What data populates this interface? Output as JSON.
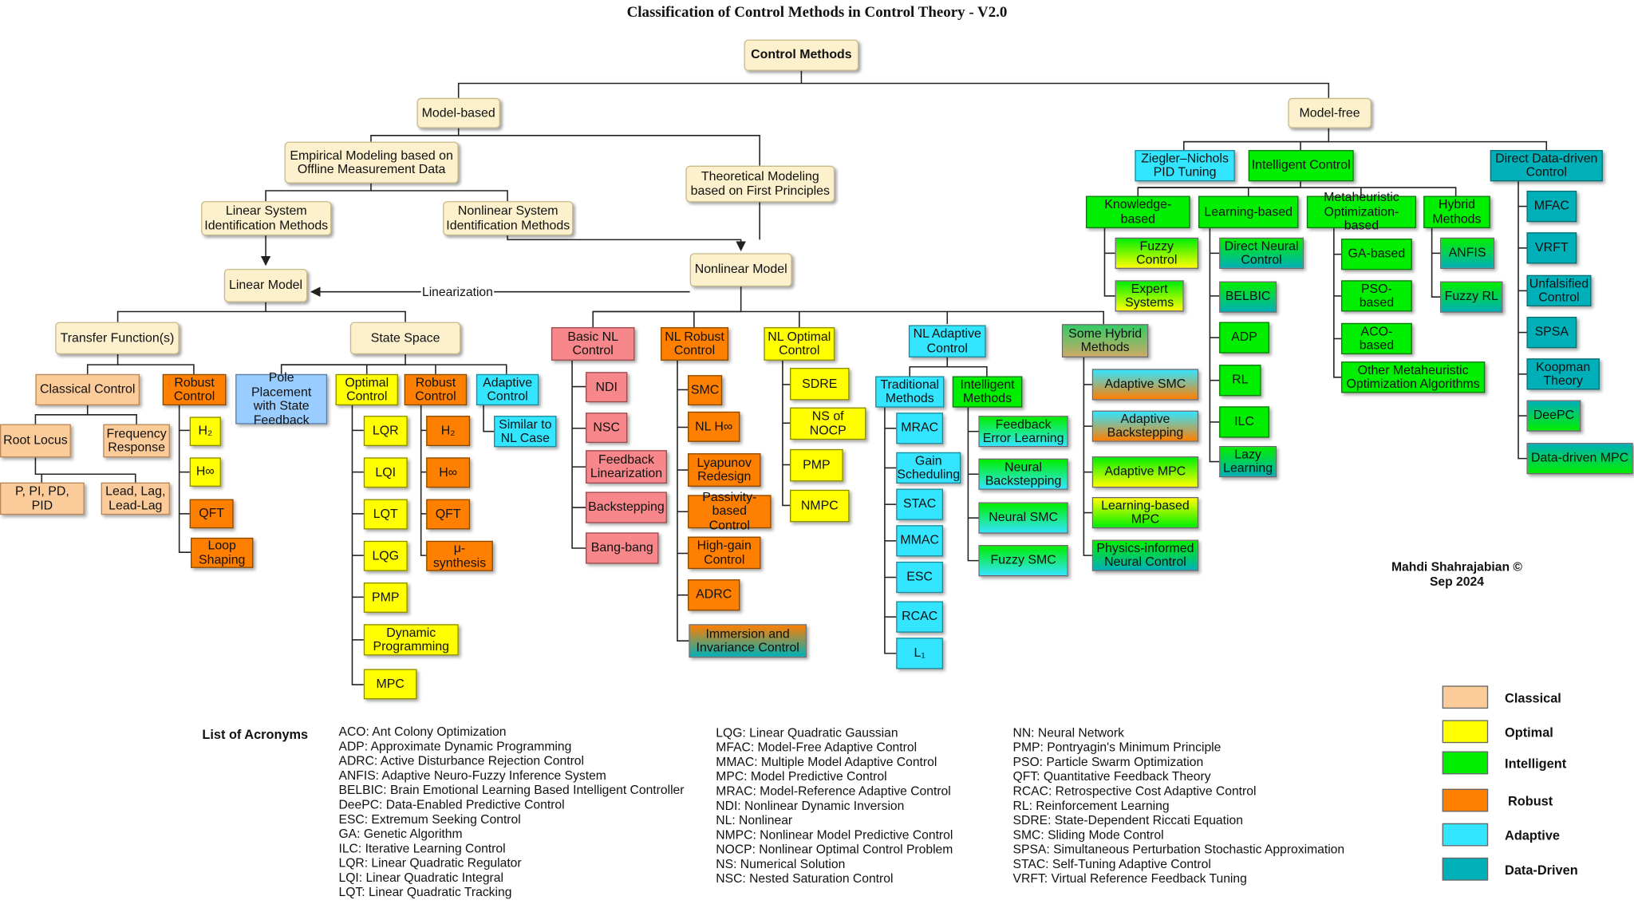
{
  "title": "Classification of Control Methods in Control Theory - V2.0",
  "linearization_label": "Linearization",
  "author": "Mahdi Shahrajabian ©\nSep 2024",
  "acronyms_title": "List of Acronyms",
  "nodes": {
    "root": "Control Methods",
    "model_based": "Model-based",
    "model_free": "Model-free",
    "empirical": "Empirical Modeling based on\nOffline Measurement Data",
    "theoretical": "Theoretical Modeling\nbased on First Principles",
    "linear_sysid": "Linear System\nIdentification Methods",
    "nonlinear_sysid": "Nonlinear System\nIdentification Methods",
    "linear_model": "Linear Model",
    "nonlinear_model": "Nonlinear Model",
    "transfer_function": "Transfer Function(s)",
    "state_space": "State Space",
    "classical_control": "Classical Control",
    "robust_tf": "Robust\nControl",
    "root_locus": "Root Locus",
    "freq_response": "Frequency\nResponse",
    "pid": "P, PI, PD, PID",
    "lead_lag": "Lead, Lag,\nLead-Lag",
    "h2_tf": "H₂",
    "hinf_tf": "H∞",
    "qft_tf": "QFT",
    "loop_shaping": "Loop\nShaping",
    "pole_placement": "Pole Placement\nwith State\nFeedback",
    "optimal_ss": "Optimal\nControl",
    "robust_ss": "Robust\nControl",
    "adaptive_ss": "Adaptive\nControl",
    "lqr": "LQR",
    "lqi": "LQI",
    "lqt": "LQT",
    "lqg": "LQG",
    "pmp_ss": "PMP",
    "dyn_prog": "Dynamic\nProgramming",
    "mpc": "MPC",
    "h2_ss": "H₂",
    "hinf_ss": "H∞",
    "qft_ss": "QFT",
    "mu_synth": "μ-synthesis",
    "similar_nl": "Similar to\nNL Case",
    "basic_nl": "Basic NL\nControl",
    "ndi": "NDI",
    "nsc": "NSC",
    "fb_lin": "Feedback\nLinearization",
    "backstepping": "Backstepping",
    "bang_bang": "Bang-bang",
    "nl_robust": "NL Robust\nControl",
    "smc": "SMC",
    "nl_hinf": "NL H∞",
    "lyapunov": "Lyapunov\nRedesign",
    "passivity": "Passivity-\nbased Control",
    "high_gain": "High-gain\nControl",
    "adrc": "ADRC",
    "immersion": "Immersion and\nInvariance Control",
    "nl_optimal": "NL Optimal\nControl",
    "sdre": "SDRE",
    "ns_nocp": "NS of NOCP",
    "pmp_nl": "PMP",
    "nmpc": "NMPC",
    "nl_adaptive": "NL Adaptive\nControl",
    "traditional": "Traditional\nMethods",
    "intelligent_m": "Intelligent\nMethods",
    "mrac": "MRAC",
    "gain_sched": "Gain\nScheduling",
    "stac": "STAC",
    "mmac": "MMAC",
    "esc": "ESC",
    "rcac": "RCAC",
    "l1": "L₁",
    "fb_error": "Feedback\nError Learning",
    "neural_bs": "Neural\nBackstepping",
    "neural_smc": "Neural SMC",
    "fuzzy_smc": "Fuzzy SMC",
    "hybrid": "Some Hybrid\nMethods",
    "adaptive_smc": "Adaptive SMC",
    "adaptive_bs": "Adaptive\nBackstepping",
    "adaptive_mpc": "Adaptive MPC",
    "learning_mpc": "Learning-based\nMPC",
    "physics_nc": "Physics-informed\nNeural Control",
    "zn_pid": "Ziegler–Nichols\nPID Tuning",
    "intelligent_control": "Intelligent Control",
    "direct_dd": "Direct Data-driven\nControl",
    "knowledge": "Knowledge-based",
    "learning": "Learning-based",
    "metaheuristic": "Metaheuristic\nOptimization-based",
    "hybrid_methods": "Hybrid\nMethods",
    "fuzzy_control": "Fuzzy Control",
    "expert": "Expert\nSystems",
    "direct_neural": "Direct Neural\nControl",
    "belbic": "BELBIC",
    "adp": "ADP",
    "rl": "RL",
    "ilc": "ILC",
    "lazy": "Lazy\nLearning",
    "ga": "GA-based",
    "pso": "PSO-based",
    "aco": "ACO-based",
    "other_meta": "Other Metaheuristic\nOptimization Algorithms",
    "anfis": "ANFIS",
    "fuzzy_rl": "Fuzzy RL",
    "mfac": "MFAC",
    "vrft": "VRFT",
    "unfalsified": "Unfalsified\nControl",
    "spsa": "SPSA",
    "koopman": "Koopman\nTheory",
    "deepc": "DeePC",
    "dd_mpc": "Data-driven MPC"
  },
  "acronyms": [
    [
      "ACO: Ant Colony Optimization",
      "ADP: Approximate Dynamic Programming",
      "ADRC: Active Disturbance Rejection Control",
      "ANFIS: Adaptive Neuro-Fuzzy Inference System",
      "BELBIC: Brain Emotional Learning Based Intelligent Controller",
      "DeePC: Data-Enabled Predictive Control",
      "ESC: Extremum Seeking Control",
      "GA: Genetic Algorithm",
      "ILC: Iterative Learning Control",
      "LQR: Linear Quadratic Regulator",
      "LQI: Linear Quadratic Integral",
      "LQT: Linear Quadratic Tracking"
    ],
    [
      "LQG: Linear Quadratic Gaussian",
      "MFAC: Model-Free Adaptive Control",
      "MMAC: Multiple Model Adaptive Control",
      "MPC: Model Predictive Control",
      "MRAC: Model-Reference Adaptive Control",
      "NDI: Nonlinear Dynamic Inversion",
      "NL: Nonlinear",
      "NMPC: Nonlinear Model Predictive Control",
      "NOCP: Nonlinear Optimal Control Problem",
      "NS: Numerical Solution",
      "NSC: Nested Saturation Control"
    ],
    [
      "NN: Neural Network",
      "PMP: Pontryagin's Minimum Principle",
      "PSO: Particle Swarm Optimization",
      "QFT: Quantitative Feedback Theory",
      "RCAC: Retrospective Cost Adaptive Control",
      "RL: Reinforcement Learning",
      "SDRE: State-Dependent Riccati Equation",
      "SMC: Sliding Mode Control",
      "SPSA: Simultaneous Perturbation Stochastic Approximation",
      "STAC: Self-Tuning Adaptive Control",
      "VRFT: Virtual Reference Feedback Tuning"
    ]
  ],
  "legend": [
    {
      "label": "Classical",
      "color": "#fbcc99"
    },
    {
      "label": "Optimal",
      "color": "#ffff00"
    },
    {
      "label": "Intelligent",
      "color": "#00ee00"
    },
    {
      "label": "Robust",
      "color": "#ff7f00"
    },
    {
      "label": "Adaptive",
      "color": "#33e5ff"
    },
    {
      "label": "Data-Driven",
      "color": "#00b0b8"
    }
  ],
  "colors": {
    "model": "#fcf1cc",
    "classical": "#fbcc99",
    "optimal": "#ffff00",
    "intelligent": "#00ee00",
    "robust": "#ff7f00",
    "adaptive": "#33e5ff",
    "data_driven": "#00b0b8",
    "basic_nl": "#f7878a",
    "pole_placement": "#99ccff"
  }
}
